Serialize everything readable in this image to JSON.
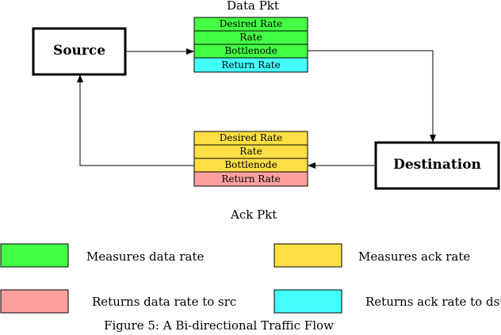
{
  "nodes": {
    "source": "Source",
    "destination": "Destination"
  },
  "data_packet": {
    "title": "Data Pkt",
    "fields": [
      "Desired Rate",
      "Rate",
      "Bottlenode",
      "Return Rate"
    ],
    "colors": [
      "#44ff44",
      "#44ff44",
      "#44ff44",
      "#44ffff"
    ]
  },
  "ack_packet": {
    "title": "Ack Pkt",
    "fields": [
      "Desired Rate",
      "Rate",
      "Bottlenode",
      "Return Rate"
    ],
    "colors": [
      "#ffe044",
      "#ffe044",
      "#ffe044",
      "#ffa0a0"
    ]
  },
  "legend": [
    {
      "label": "Measures data rate",
      "color": "#44ff44"
    },
    {
      "label": "Measures ack rate",
      "color": "#ffe044"
    },
    {
      "label": "Returns data rate to src",
      "color": "#ffa0a0"
    },
    {
      "label": "Returns ack rate to dst",
      "color": "#44ffff"
    }
  ],
  "caption": "Figure 5: A Bi-directional Traffic Flow"
}
